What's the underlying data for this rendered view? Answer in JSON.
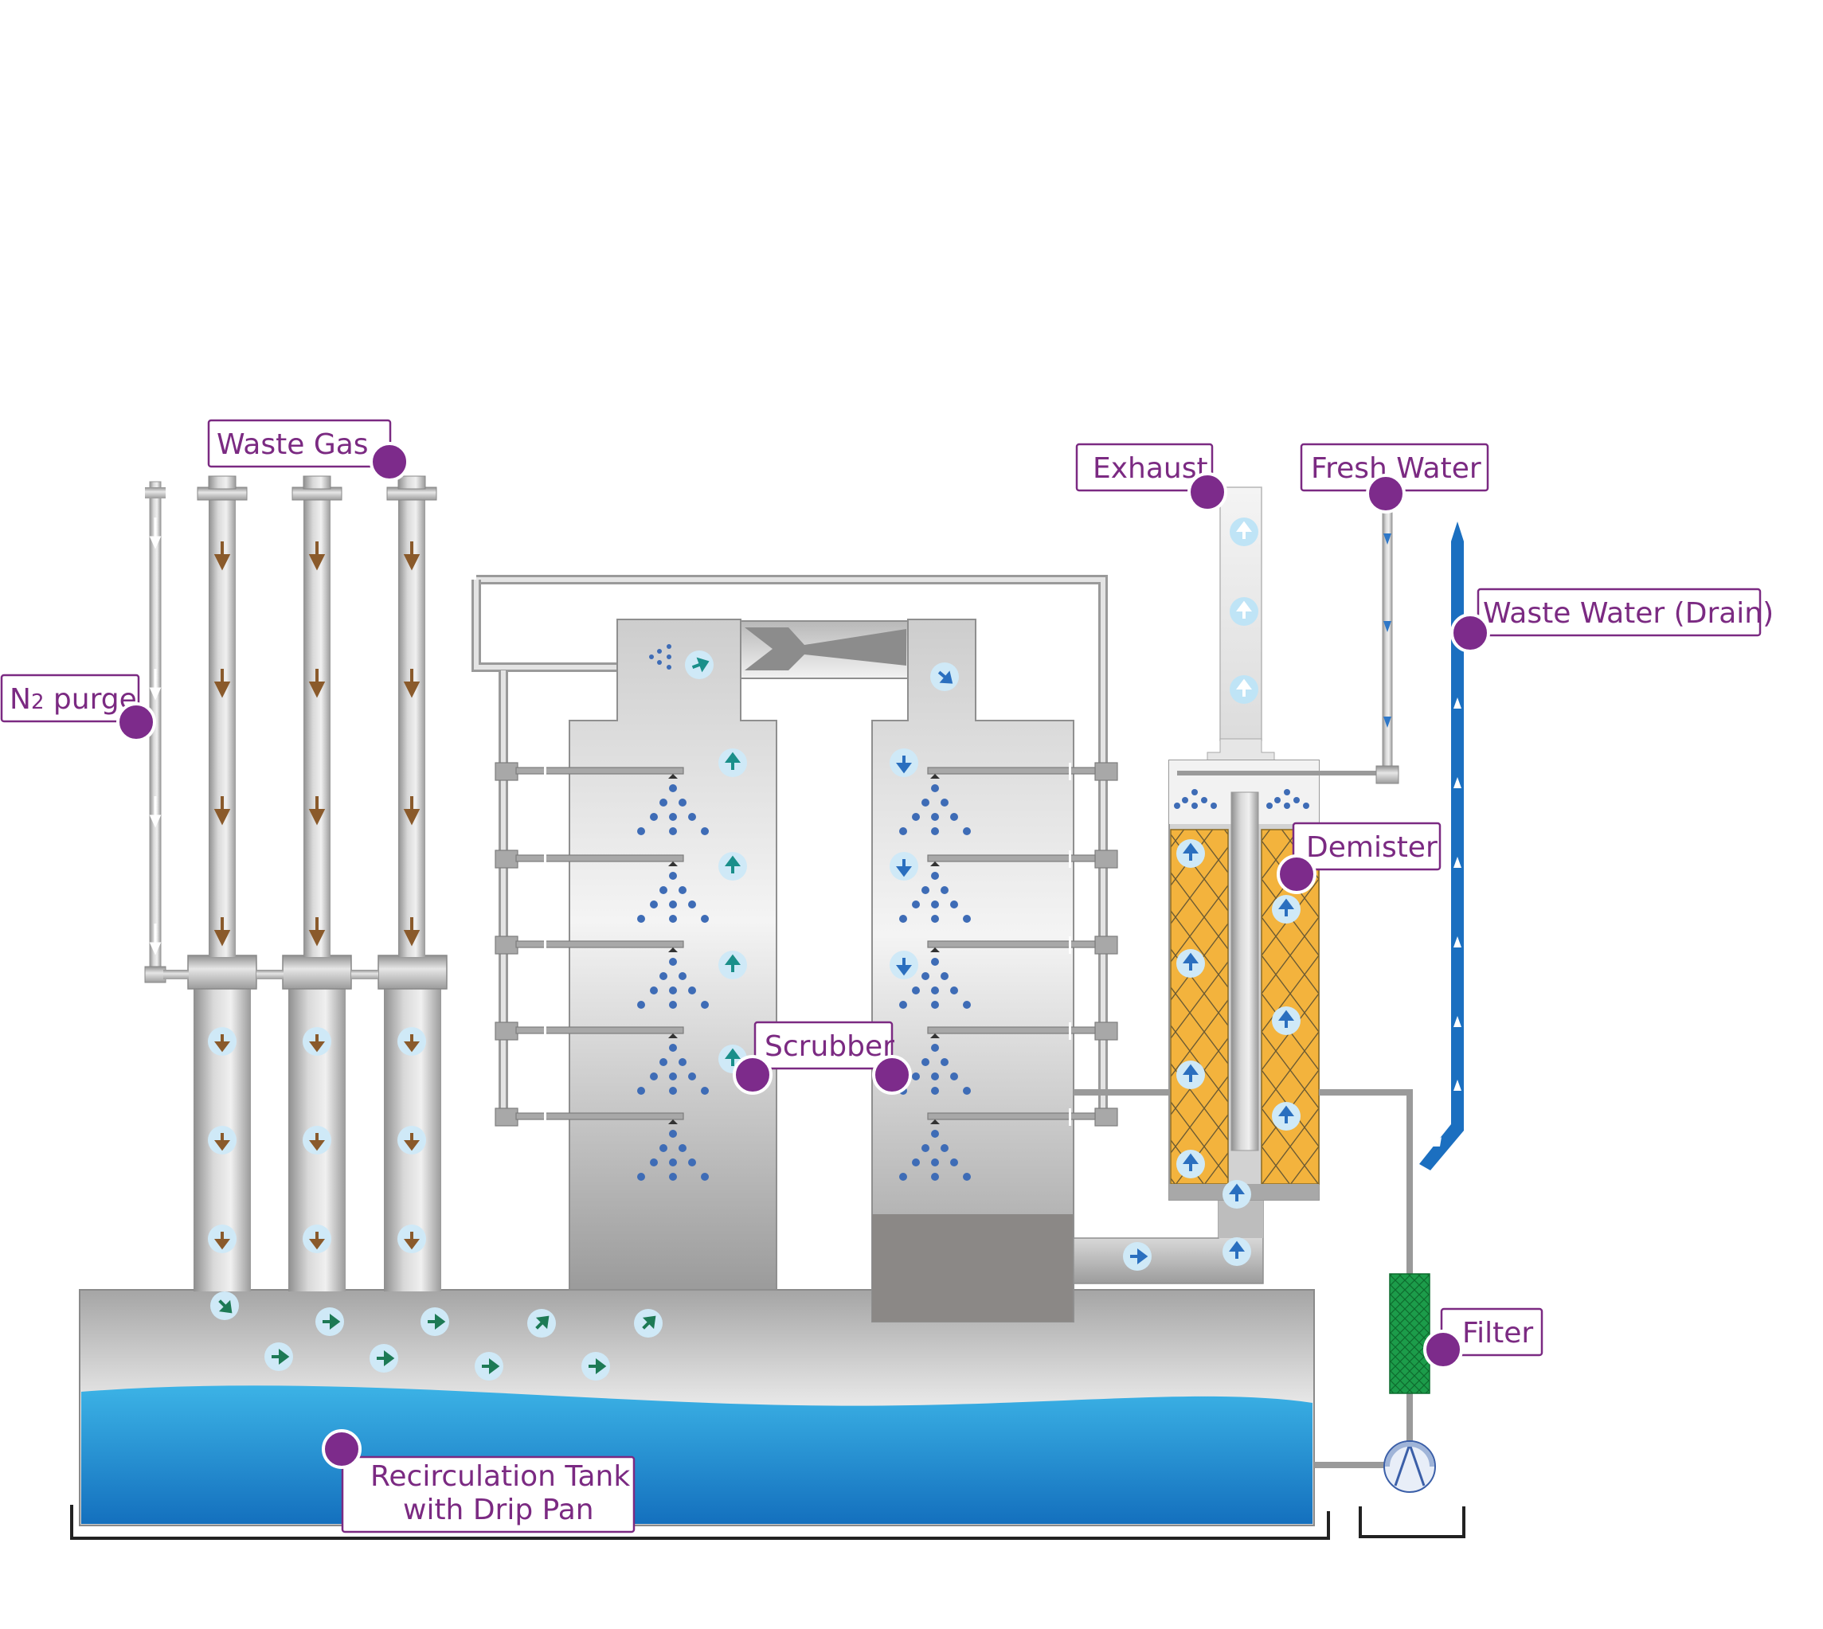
{
  "labels": {
    "waste_gas": "Waste Gas",
    "n2_purge_main": "N",
    "n2_purge_sub": "2",
    "n2_purge_rest": " purge",
    "exhaust": "Exhaust",
    "fresh_water": "Fresh Water",
    "waste_water": "Waste Water (Drain)",
    "demister": "Demister",
    "scrubber": "Scrubber",
    "filter": "Filter",
    "tank_line1": "Recirculation Tank",
    "tank_line2": "with Drip Pan"
  },
  "colors": {
    "label_accent": "#7b2a82",
    "steel": "#b3b3b3",
    "water": "#1f8fd4",
    "waste_gas_arrow": "#8a5a2b",
    "flow_arrow": "#1d7a55",
    "scrub_arrow": "#2a6fbf",
    "demister_packing": "#f3b33d",
    "filter": "#1a9a48",
    "drain_pipe": "#1b6fc0"
  },
  "icons": {
    "flow_marker": "circle-arrow-icon",
    "label_marker": "purple-dot-icon",
    "pump": "pump-icon"
  }
}
